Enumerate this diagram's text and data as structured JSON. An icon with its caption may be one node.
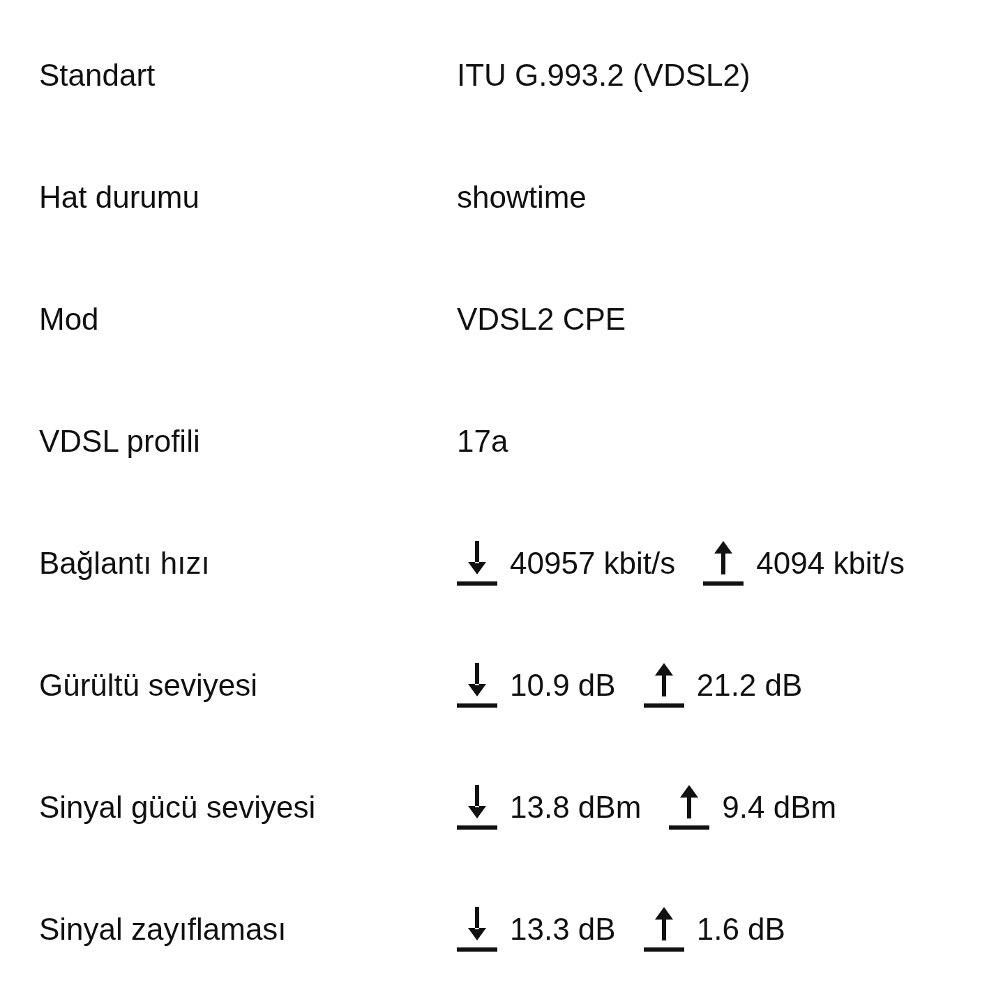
{
  "diagram": {
    "labels": [
      "Standart",
      "ITU G.993.2 (VDSL2)",
      "Hat durumu",
      "showtime",
      "Mod",
      "VDSL2 CPE",
      "VDSL profili",
      "17a",
      "Bağlantı hızı",
      "40957 kbit/s",
      "4094 kbit/s",
      "Gürültü seviyesi",
      "10.9 dB",
      "21.2 dB",
      "Sinyal gücü seviyesi",
      "13.8 dBm",
      "9.4 dBm",
      "Sinyal zayıflaması",
      "13.3 dB",
      "1.6 dB"
    ]
  }
}
